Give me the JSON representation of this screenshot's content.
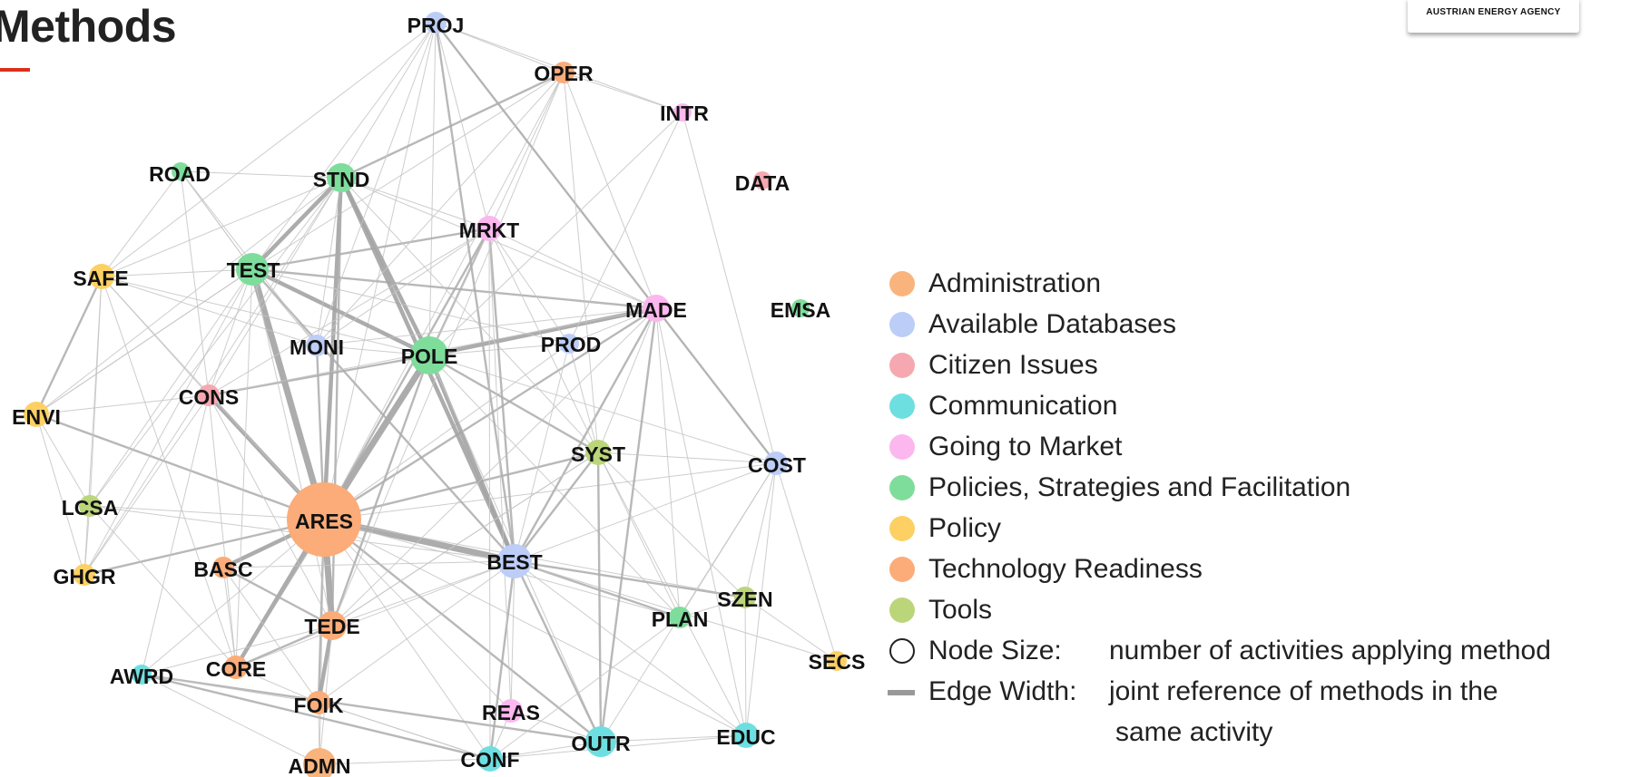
{
  "title": "Methods",
  "logo": {
    "text": "AUSTRIAN ENERGY AGENCY"
  },
  "legend": {
    "categories": [
      {
        "label": "Administration",
        "color": "#f9b47d"
      },
      {
        "label": "Available Databases",
        "color": "#bccdf7"
      },
      {
        "label": "Citizen Issues",
        "color": "#f6a8b0"
      },
      {
        "label": "Communication",
        "color": "#6ddfe0"
      },
      {
        "label": "Going to Market",
        "color": "#fcb7ef"
      },
      {
        "label": "Policies, Strategies and Facilitation",
        "color": "#7fdd9c"
      },
      {
        "label": "Policy",
        "color": "#fdd063"
      },
      {
        "label": "Technology Readiness",
        "color": "#fbac78"
      },
      {
        "label": "Tools",
        "color": "#bbd67a"
      }
    ],
    "node_size_key": "Node Size:",
    "node_size_desc": "number of activities applying method",
    "edge_width_key": "Edge Width:",
    "edge_width_desc_line1": "joint reference of methods in the",
    "edge_width_desc_line2": "same activity"
  },
  "network": {
    "nodes": [
      {
        "id": "PROJ",
        "category": "Available Databases",
        "relative_size": 1.0
      },
      {
        "id": "OPER",
        "category": "Technology Readiness",
        "relative_size": 1.0
      },
      {
        "id": "INTR",
        "category": "Going to Market",
        "relative_size": 0.85
      },
      {
        "id": "ROAD",
        "category": "Policies, Strategies and Facilitation",
        "relative_size": 0.85
      },
      {
        "id": "STND",
        "category": "Policies, Strategies and Facilitation",
        "relative_size": 1.3
      },
      {
        "id": "DATA",
        "category": "Citizen Issues",
        "relative_size": 0.85
      },
      {
        "id": "MRKT",
        "category": "Going to Market",
        "relative_size": 1.2
      },
      {
        "id": "SAFE",
        "category": "Policy",
        "relative_size": 1.15
      },
      {
        "id": "TEST",
        "category": "Policies, Strategies and Facilitation",
        "relative_size": 1.5
      },
      {
        "id": "MADE",
        "category": "Going to Market",
        "relative_size": 1.25
      },
      {
        "id": "EMSA",
        "category": "Policies, Strategies and Facilitation",
        "relative_size": 0.85
      },
      {
        "id": "MONI",
        "category": "Available Databases",
        "relative_size": 1.0
      },
      {
        "id": "POLE",
        "category": "Policies, Strategies and Facilitation",
        "relative_size": 1.75
      },
      {
        "id": "PROD",
        "category": "Available Databases",
        "relative_size": 0.9
      },
      {
        "id": "CONS",
        "category": "Citizen Issues",
        "relative_size": 1.0
      },
      {
        "id": "ENVI",
        "category": "Policy",
        "relative_size": 1.15
      },
      {
        "id": "SYST",
        "category": "Tools",
        "relative_size": 1.2
      },
      {
        "id": "COST",
        "category": "Available Databases",
        "relative_size": 1.05
      },
      {
        "id": "LCSA",
        "category": "Tools",
        "relative_size": 1.0
      },
      {
        "id": "ARES",
        "category": "Technology Readiness",
        "relative_size": 3.4
      },
      {
        "id": "BEST",
        "category": "Available Databases",
        "relative_size": 1.6
      },
      {
        "id": "GHGR",
        "category": "Policy",
        "relative_size": 1.0
      },
      {
        "id": "BASC",
        "category": "Technology Readiness",
        "relative_size": 1.0
      },
      {
        "id": "SZEN",
        "category": "Tools",
        "relative_size": 1.0
      },
      {
        "id": "PLAN",
        "category": "Policies, Strategies and Facilitation",
        "relative_size": 1.0
      },
      {
        "id": "TEDE",
        "category": "Technology Readiness",
        "relative_size": 1.35
      },
      {
        "id": "SECS",
        "category": "Policy",
        "relative_size": 0.9
      },
      {
        "id": "AWRD",
        "category": "Communication",
        "relative_size": 0.9
      },
      {
        "id": "CORE",
        "category": "Technology Readiness",
        "relative_size": 1.05
      },
      {
        "id": "FOIK",
        "category": "Technology Readiness",
        "relative_size": 1.1
      },
      {
        "id": "REAS",
        "category": "Going to Market",
        "relative_size": 1.05
      },
      {
        "id": "EDUC",
        "category": "Communication",
        "relative_size": 1.15
      },
      {
        "id": "OUTR",
        "category": "Communication",
        "relative_size": 1.4
      },
      {
        "id": "CONF",
        "category": "Communication",
        "relative_size": 1.2
      },
      {
        "id": "ADMN",
        "category": "Administration",
        "relative_size": 1.5
      }
    ],
    "edges": [
      [
        "ARES",
        "POLE",
        4
      ],
      [
        "ARES",
        "TEST",
        4
      ],
      [
        "ARES",
        "STND",
        3
      ],
      [
        "ARES",
        "BEST",
        4
      ],
      [
        "ARES",
        "TEDE",
        4
      ],
      [
        "ARES",
        "CORE",
        3
      ],
      [
        "ARES",
        "BASC",
        3
      ],
      [
        "ARES",
        "CONS",
        3
      ],
      [
        "ARES",
        "MONI",
        2
      ],
      [
        "ARES",
        "SYST",
        2
      ],
      [
        "ARES",
        "MADE",
        2
      ],
      [
        "ARES",
        "MRKT",
        2
      ],
      [
        "ARES",
        "FOIK",
        2
      ],
      [
        "ARES",
        "ENVI",
        2
      ],
      [
        "ARES",
        "LCSA",
        1
      ],
      [
        "ARES",
        "GHGR",
        2
      ],
      [
        "ARES",
        "SAFE",
        1
      ],
      [
        "ARES",
        "OUTR",
        2
      ],
      [
        "ARES",
        "CONF",
        1
      ],
      [
        "ARES",
        "PLAN",
        1
      ],
      [
        "ARES",
        "SZEN",
        1
      ],
      [
        "ARES",
        "REAS",
        1
      ],
      [
        "ARES",
        "AWRD",
        1
      ],
      [
        "ARES",
        "ADMN",
        1
      ],
      [
        "ARES",
        "EDUC",
        1
      ],
      [
        "ARES",
        "COST",
        1
      ],
      [
        "ARES",
        "PROJ",
        1
      ],
      [
        "ARES",
        "OPER",
        1
      ],
      [
        "ARES",
        "PROD",
        1
      ],
      [
        "POLE",
        "STND",
        3
      ],
      [
        "POLE",
        "TEST",
        3
      ],
      [
        "POLE",
        "BEST",
        3
      ],
      [
        "POLE",
        "MADE",
        3
      ],
      [
        "POLE",
        "TEDE",
        2
      ],
      [
        "POLE",
        "MRKT",
        2
      ],
      [
        "POLE",
        "CONS",
        2
      ],
      [
        "POLE",
        "SYST",
        2
      ],
      [
        "POLE",
        "PROJ",
        1
      ],
      [
        "POLE",
        "OPER",
        1
      ],
      [
        "POLE",
        "COST",
        1
      ],
      [
        "POLE",
        "PLAN",
        1
      ],
      [
        "POLE",
        "CORE",
        2
      ],
      [
        "POLE",
        "MONI",
        1
      ],
      [
        "POLE",
        "SAFE",
        1
      ],
      [
        "POLE",
        "OUTR",
        1
      ],
      [
        "POLE",
        "PROD",
        1
      ],
      [
        "TEST",
        "STND",
        3
      ],
      [
        "TEST",
        "MADE",
        2
      ],
      [
        "TEST",
        "MRKT",
        2
      ],
      [
        "TEST",
        "SAFE",
        1
      ],
      [
        "TEST",
        "BEST",
        2
      ],
      [
        "TEST",
        "CONS",
        1
      ],
      [
        "TEST",
        "MONI",
        1
      ],
      [
        "TEST",
        "ENVI",
        1
      ],
      [
        "TEST",
        "TEDE",
        1
      ],
      [
        "TEST",
        "PROD",
        1
      ],
      [
        "TEST",
        "OPER",
        1
      ],
      [
        "TEST",
        "LCSA",
        1
      ],
      [
        "TEST",
        "CORE",
        1
      ],
      [
        "TEST",
        "ROAD",
        1
      ],
      [
        "STND",
        "BEST",
        3
      ],
      [
        "STND",
        "OPER",
        2
      ],
      [
        "STND",
        "MRKT",
        1
      ],
      [
        "STND",
        "MADE",
        1
      ],
      [
        "STND",
        "SAFE",
        1
      ],
      [
        "STND",
        "ROAD",
        1
      ],
      [
        "STND",
        "CONS",
        1
      ],
      [
        "STND",
        "TEDE",
        2
      ],
      [
        "STND",
        "PROJ",
        1
      ],
      [
        "STND",
        "MONI",
        1
      ],
      [
        "STND",
        "SYST",
        1
      ],
      [
        "BEST",
        "MADE",
        2
      ],
      [
        "BEST",
        "SYST",
        2
      ],
      [
        "BEST",
        "OUTR",
        2
      ],
      [
        "BEST",
        "CONF",
        2
      ],
      [
        "BEST",
        "PLAN",
        2
      ],
      [
        "BEST",
        "SZEN",
        2
      ],
      [
        "BEST",
        "REAS",
        1
      ],
      [
        "BEST",
        "EDUC",
        1
      ],
      [
        "BEST",
        "MRKT",
        2
      ],
      [
        "BEST",
        "PROJ",
        2
      ],
      [
        "BEST",
        "TEDE",
        1
      ],
      [
        "BEST",
        "COST",
        1
      ],
      [
        "BEST",
        "SECS",
        1
      ],
      [
        "BEST",
        "BASC",
        1
      ],
      [
        "BEST",
        "FOIK",
        1
      ],
      [
        "BEST",
        "CORE",
        1
      ],
      [
        "MADE",
        "OUTR",
        2
      ],
      [
        "MADE",
        "SYST",
        1
      ],
      [
        "MADE",
        "PROJ",
        1
      ],
      [
        "MADE",
        "OPER",
        1
      ],
      [
        "MADE",
        "MRKT",
        1
      ],
      [
        "MADE",
        "COST",
        1
      ],
      [
        "MADE",
        "PLAN",
        1
      ],
      [
        "MADE",
        "TEDE",
        1
      ],
      [
        "MADE",
        "CONS",
        1
      ],
      [
        "MADE",
        "MONI",
        1
      ],
      [
        "MADE",
        "PROD",
        1
      ],
      [
        "PROJ",
        "COST",
        2
      ],
      [
        "PROJ",
        "OPER",
        1
      ],
      [
        "PROJ",
        "SAFE",
        1
      ],
      [
        "PROJ",
        "MONI",
        1
      ],
      [
        "PROJ",
        "TEST",
        1
      ],
      [
        "PROJ",
        "MRKT",
        1
      ],
      [
        "PROJ",
        "INTR",
        1
      ],
      [
        "OPER",
        "MONI",
        1
      ],
      [
        "OPER",
        "INTR",
        1
      ],
      [
        "OPER",
        "SYST",
        1
      ],
      [
        "OPER",
        "TEDE",
        1
      ],
      [
        "TEDE",
        "FOIK",
        3
      ],
      [
        "TEDE",
        "CORE",
        2
      ],
      [
        "TEDE",
        "BASC",
        2
      ],
      [
        "TEDE",
        "AWRD",
        1
      ],
      [
        "TEDE",
        "ADMN",
        1
      ],
      [
        "TEDE",
        "SYST",
        1
      ],
      [
        "AWRD",
        "OUTR",
        2
      ],
      [
        "AWRD",
        "CONF",
        2
      ],
      [
        "AWRD",
        "FOIK",
        1
      ],
      [
        "AWRD",
        "ADMN",
        1
      ],
      [
        "AWRD",
        "CONS",
        1
      ],
      [
        "OUTR",
        "EDUC",
        1
      ],
      [
        "OUTR",
        "CONF",
        1
      ],
      [
        "OUTR",
        "SYST",
        2
      ],
      [
        "OUTR",
        "COST",
        1
      ],
      [
        "OUTR",
        "REAS",
        1
      ],
      [
        "CONF",
        "ADMN",
        1
      ],
      [
        "CONF",
        "EDUC",
        1
      ],
      [
        "CONF",
        "MRKT",
        1
      ],
      [
        "CONF",
        "PLAN",
        1
      ],
      [
        "CONF",
        "FOIK",
        1
      ],
      [
        "EDUC",
        "COST",
        1
      ],
      [
        "EDUC",
        "SZEN",
        1
      ],
      [
        "EDUC",
        "SYST",
        1
      ],
      [
        "EDUC",
        "MADE",
        1
      ],
      [
        "SZEN",
        "COST",
        1
      ],
      [
        "SZEN",
        "SECS",
        1
      ],
      [
        "SZEN",
        "PLAN",
        1
      ],
      [
        "SZEN",
        "SYST",
        1
      ],
      [
        "COST",
        "SYST",
        1
      ],
      [
        "COST",
        "PLAN",
        1
      ],
      [
        "COST",
        "SECS",
        1
      ],
      [
        "ENVI",
        "SAFE",
        2
      ],
      [
        "ENVI",
        "LCSA",
        1
      ],
      [
        "ENVI",
        "GHGR",
        1
      ],
      [
        "ENVI",
        "CONS",
        1
      ],
      [
        "ENVI",
        "STND",
        1
      ],
      [
        "ENVI",
        "TEST",
        1
      ],
      [
        "SAFE",
        "LCSA",
        1
      ],
      [
        "SAFE",
        "CONS",
        1
      ],
      [
        "SAFE",
        "GHGR",
        1
      ],
      [
        "SAFE",
        "ROAD",
        1
      ],
      [
        "SAFE",
        "CORE",
        1
      ],
      [
        "SAFE",
        "MONI",
        1
      ],
      [
        "LCSA",
        "GHGR",
        1
      ],
      [
        "LCSA",
        "BEST",
        1
      ],
      [
        "LCSA",
        "CORE",
        1
      ],
      [
        "LCSA",
        "STND",
        1
      ],
      [
        "GHGR",
        "CONS",
        1
      ],
      [
        "GHGR",
        "STND",
        1
      ],
      [
        "GHGR",
        "TEST",
        1
      ],
      [
        "CONS",
        "MRKT",
        1
      ],
      [
        "CONS",
        "CORE",
        1
      ],
      [
        "CONS",
        "TEDE",
        1
      ],
      [
        "MRKT",
        "SYST",
        1
      ],
      [
        "MRKT",
        "REAS",
        1
      ],
      [
        "MRKT",
        "MONI",
        1
      ],
      [
        "MRKT",
        "PROD",
        1
      ],
      [
        "SYST",
        "PLAN",
        1
      ],
      [
        "SYST",
        "TEDE",
        1
      ],
      [
        "ROAD",
        "MONI",
        1
      ],
      [
        "ROAD",
        "CONS",
        1
      ],
      [
        "ROAD",
        "TEST",
        1
      ],
      [
        "INTR",
        "COST",
        1
      ],
      [
        "INTR",
        "POLE",
        1
      ],
      [
        "INTR",
        "PROD",
        1
      ],
      [
        "PROD",
        "BEST",
        1
      ],
      [
        "PROD",
        "SYST",
        1
      ],
      [
        "REAS",
        "OUTR",
        1
      ],
      [
        "REAS",
        "CONF",
        1
      ],
      [
        "FOIK",
        "ADMN",
        1
      ],
      [
        "FOIK",
        "CONF",
        1
      ],
      [
        "CORE",
        "FOIK",
        1
      ],
      [
        "BASC",
        "CORE",
        1
      ],
      [
        "BASC",
        "FOIK",
        1
      ]
    ]
  }
}
